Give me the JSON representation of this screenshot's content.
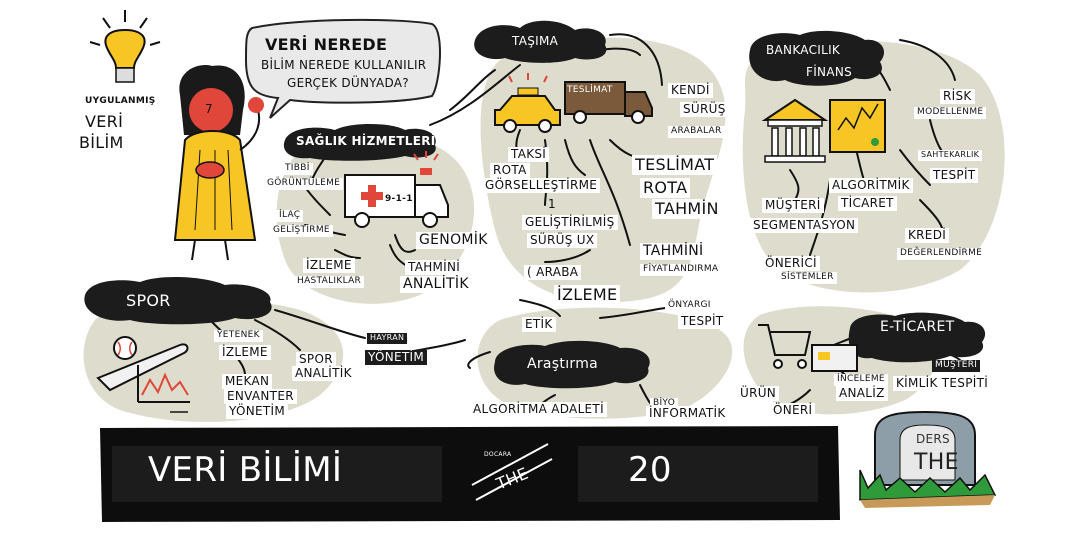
{
  "title_bar": {
    "main": "VERİ BİLİMİ",
    "the_small": "DOCARA",
    "the": "THE",
    "number": "20"
  },
  "intro": {
    "bubble_title": "VERİ NEREDE",
    "bubble_sub1": "BİLİM NEREDE KULLANILIR",
    "bubble_sub2": "GERÇEK DÜNYADA?",
    "face_number": "7",
    "uygulanmis": "UYGULANMIŞ",
    "veri": "VERİ",
    "bilim": "BİLİM"
  },
  "saglik": {
    "title": "SAĞLIK HİZMETLERİ",
    "tibbi": "TIBBİ",
    "goruntuleme": "GÖRÜNTÜLEME",
    "ilac": "İLAÇ",
    "gelistirme": "GELİŞTİRME",
    "genomik": "GENOMİK",
    "izleme": "İZLEME",
    "hastaliklar": "HASTALIKLAR",
    "tahmini": "TAHMİNİ",
    "analitik": "ANALİTİK",
    "ambulance_text": "9-1-1"
  },
  "tasima": {
    "title": "TAŞIMA",
    "teslimat_truck": "TESLİMAT",
    "kendi": "KENDİ",
    "surus": "SÜRÜŞ",
    "arabalar": "ARABALAR",
    "taksi": "TAKSİ",
    "rota": "ROTA",
    "gorsellestirme": "GÖRSELLEŞTİRME",
    "teslimat": "TESLİMAT",
    "rota2": "ROTA",
    "tahmin": "TAHMİN",
    "bir": "1",
    "gelistirilmis": "GELİŞTİRİLMİŞ",
    "surus_ux": "SÜRÜŞ UX",
    "tahmini": "TAHMİNİ",
    "fiyatlandirma": "FİYATLANDIRMA",
    "araba": "( ARABA",
    "izleme": "İZLEME"
  },
  "banka": {
    "title1": "BANKACILIK",
    "title2": "FİNANS",
    "risk": "RİSK",
    "modellenme": "MODELLENME",
    "sahtekarlik": "SAHTEKARLIK",
    "tespit": "TESPİT",
    "algoritmik": "ALGORİTMİK",
    "ticaret": "TİCARET",
    "musteri": "MÜŞTERİ",
    "segmentasyon": "SEGMENTASYON",
    "kredi": "KREDİ",
    "degerlendirme": "DEĞERLENDİRME",
    "onerici": "ÖNERİCİ",
    "sistemler": "SİSTEMLER"
  },
  "spor": {
    "title": "SPOR",
    "yetenek": "YETENEK",
    "izleme": "İZLEME",
    "spor": "SPOR",
    "analitik": "ANALİTİK",
    "hayran": "HAYRAN",
    "yonetim": "YÖNETİM",
    "mekan": "MEKAN",
    "envanter": "ENVANTER",
    "yonetim2": "YÖNETİM"
  },
  "arastirma": {
    "title": "Araştırma",
    "etik": "ETİK",
    "onyargi": "ÖNYARGI",
    "tespit": "TESPİT",
    "algoritma": "ALGORİTMA ADALETİ",
    "biyo": "BİYO",
    "informatik": "İNFORMATİK"
  },
  "eticaret": {
    "title": "E-TİCARET",
    "musteri": "MÜŞTERİ",
    "kimlik": "KİMLİK TESPİTİ",
    "inceleme": "İNCELEME",
    "analiz": "ANALİZ",
    "urun": "ÜRÜN",
    "oneri": "ÖNERİ"
  },
  "tombstone": {
    "ders": "DERS",
    "the": "THE"
  },
  "colors": {
    "blob": "#deddcd",
    "cloud": "#1c1c1c",
    "yellow": "#f7c624",
    "red": "#e0463a",
    "bar": "#0d0d0d",
    "gray_stone": "#8e9ea8",
    "green": "#2f9a3a"
  }
}
